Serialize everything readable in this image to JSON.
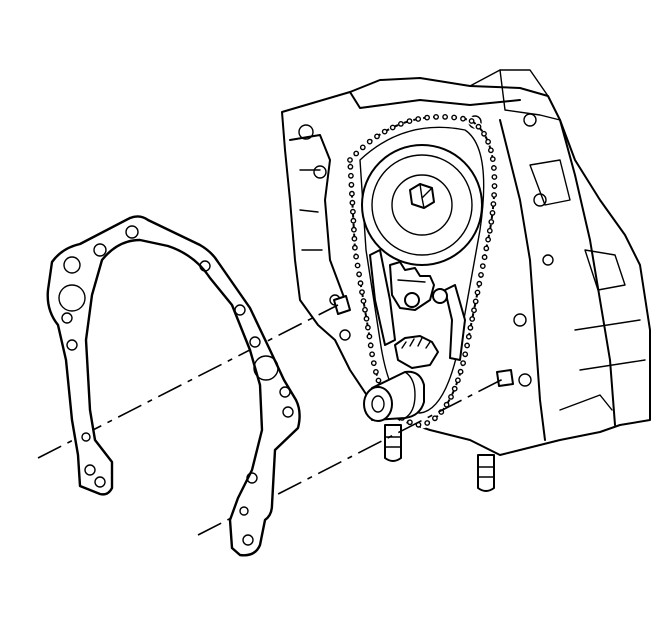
{
  "figure": {
    "background_color": "#ffffff",
    "line_color": "#000000",
    "components": [
      "engine-block-front",
      "crankshaft-sprocket",
      "camshaft-sprocket",
      "timing-chain",
      "chain-tensioner",
      "crankshaft-position-sensor",
      "dowel-pins",
      "front-cover-gasket",
      "alignment-centerlines"
    ]
  }
}
